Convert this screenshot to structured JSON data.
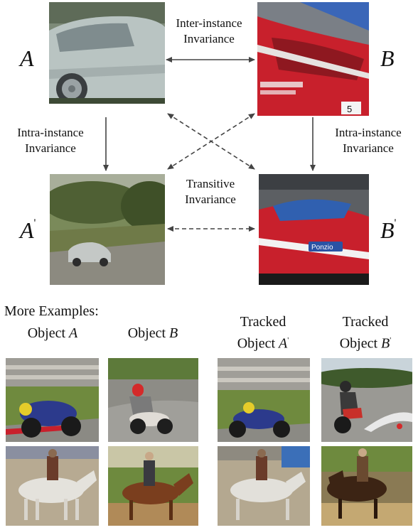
{
  "labels": {
    "a": "A",
    "b": "B",
    "a_prime": "A",
    "b_prime": "B",
    "prime": "'"
  },
  "arrows": {
    "inter_line1": "Inter-instance",
    "inter_line2": "Invariance",
    "intra_left_line1": "Intra-instance",
    "intra_left_line2": "Invariance",
    "intra_right_line1": "Intra-instance",
    "intra_right_line2": "Invariance",
    "transitive_line1": "Transitive",
    "transitive_line2": "Invariance"
  },
  "examples": {
    "heading": "More Examples:",
    "col1_prefix": "Object ",
    "col1_var": "A",
    "col2_prefix": "Object ",
    "col2_var": "B",
    "col3_line1": "Tracked",
    "col3_prefix": "Object ",
    "col3_var": "A",
    "col4_line1": "Tracked",
    "col4_prefix": "Object ",
    "col4_var": "B",
    "prime": "'"
  },
  "colors": {
    "arrow": "#444444",
    "silver_car": "#b9c4c2",
    "red_car": "#c8202c",
    "grass": "#6d7a3a",
    "track": "#8e8c86"
  }
}
